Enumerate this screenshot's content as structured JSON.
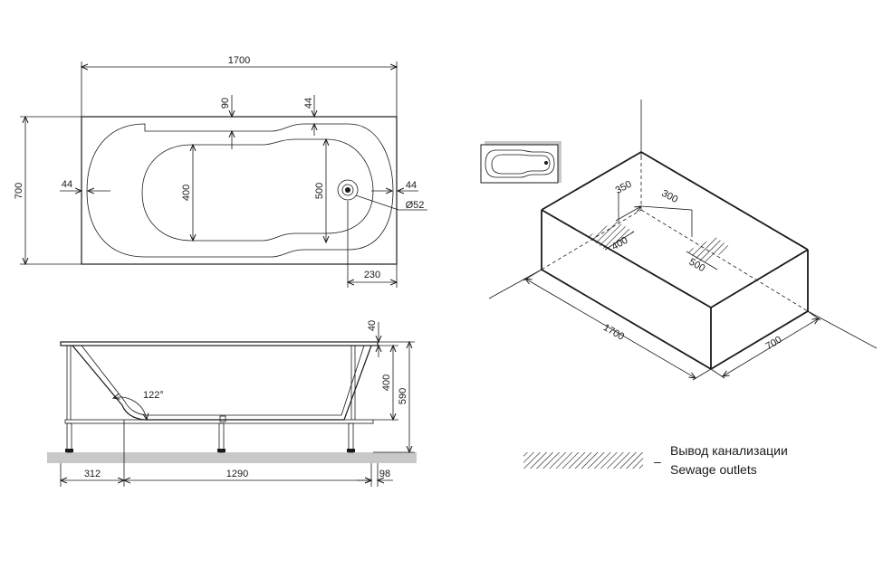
{
  "top_view": {
    "length": "1700",
    "width": "700",
    "rim_left": "44",
    "rim_right": "44",
    "rim_top_left": "90",
    "rim_top_right": "44",
    "inner_narrow": "400",
    "inner_wide": "500",
    "drain_offset": "230",
    "drain_diameter": "Ø52"
  },
  "side_view": {
    "rim_height": "40",
    "depth": "400",
    "total_height": "590",
    "angle": "122°",
    "left_leg": "312",
    "leg_span": "1290",
    "right_leg": "98"
  },
  "iso_view": {
    "dim_350": "350",
    "dim_300": "300",
    "dim_400": "400",
    "dim_500": "500",
    "length": "1700",
    "width": "700"
  },
  "legend": {
    "label_ru": "Вывод канализации",
    "label_en": "Sewage outlets",
    "separator": "–"
  }
}
